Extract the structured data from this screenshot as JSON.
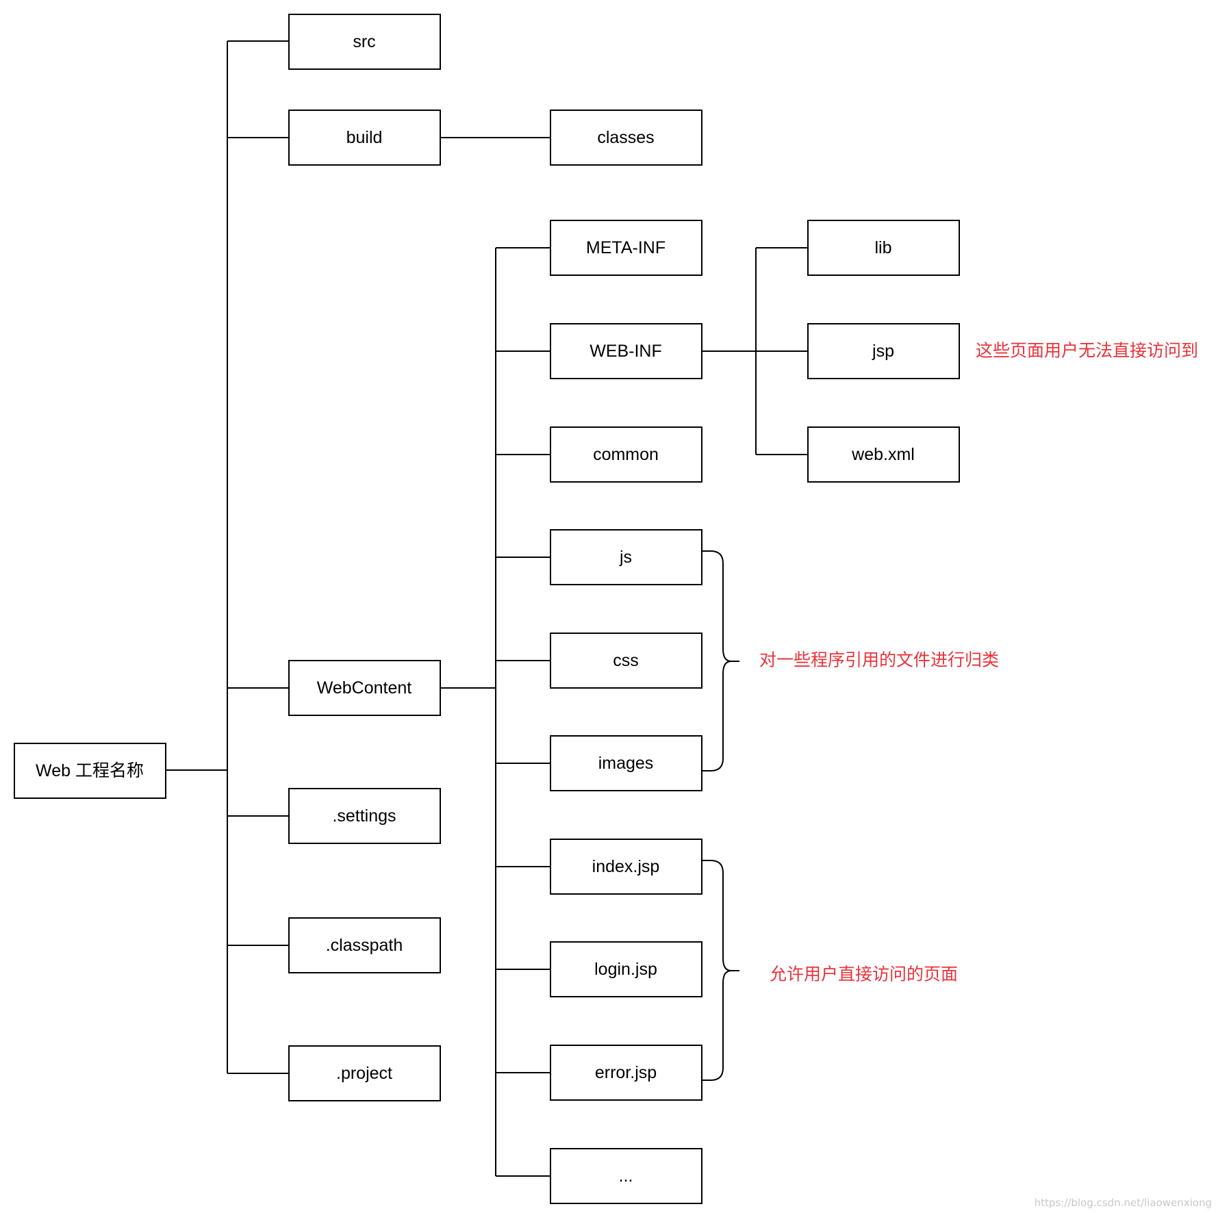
{
  "diagram": {
    "root": "Web 工程名称",
    "level1": {
      "src": "src",
      "build": "build",
      "webcontent": "WebContent",
      "settings": ".settings",
      "classpath": ".classpath",
      "project": ".project"
    },
    "build_children": {
      "classes": "classes"
    },
    "webcontent_children": {
      "meta_inf": "META-INF",
      "web_inf": "WEB-INF",
      "common": "common",
      "js": "js",
      "css": "css",
      "images": "images",
      "index_jsp": "index.jsp",
      "login_jsp": "login.jsp",
      "error_jsp": "error.jsp",
      "ellipsis": "..."
    },
    "web_inf_children": {
      "lib": "lib",
      "jsp": "jsp",
      "web_xml": "web.xml"
    },
    "notes": {
      "web_inf_jsp": "这些页面用户无法直接访问到",
      "static_resources": "对一些程序引用的文件进行归类",
      "public_pages": "允许用户直接访问的页面"
    },
    "colors": {
      "line": "#000000",
      "note": "#e8333a"
    },
    "watermark": "https://blog.csdn.net/liaowenxiong"
  }
}
